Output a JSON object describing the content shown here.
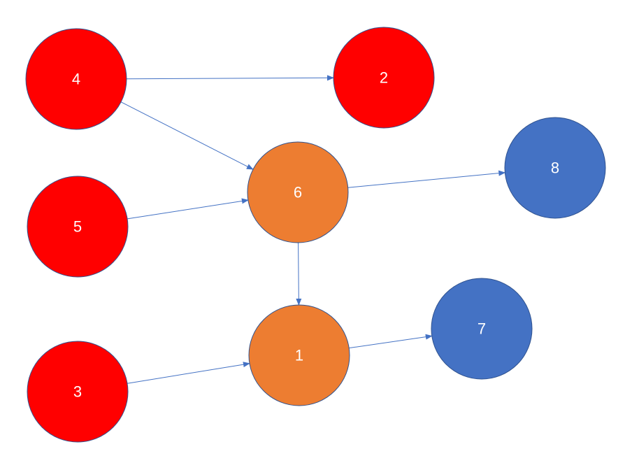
{
  "colors": {
    "red": "#ff0000",
    "orange": "#ed7d31",
    "blue": "#4472c4",
    "edge": "#4472c4",
    "label": "#ffffff"
  },
  "nodes": [
    {
      "id": "4",
      "label": "4",
      "color": "red"
    },
    {
      "id": "2",
      "label": "2",
      "color": "red"
    },
    {
      "id": "5",
      "label": "5",
      "color": "red"
    },
    {
      "id": "6",
      "label": "6",
      "color": "orange"
    },
    {
      "id": "8",
      "label": "8",
      "color": "blue"
    },
    {
      "id": "1",
      "label": "1",
      "color": "orange"
    },
    {
      "id": "7",
      "label": "7",
      "color": "blue"
    },
    {
      "id": "3",
      "label": "3",
      "color": "red"
    }
  ],
  "edges": [
    {
      "from": "4",
      "to": "2"
    },
    {
      "from": "4",
      "to": "6"
    },
    {
      "from": "5",
      "to": "6"
    },
    {
      "from": "6",
      "to": "8"
    },
    {
      "from": "6",
      "to": "1"
    },
    {
      "from": "3",
      "to": "1"
    },
    {
      "from": "1",
      "to": "7"
    }
  ]
}
